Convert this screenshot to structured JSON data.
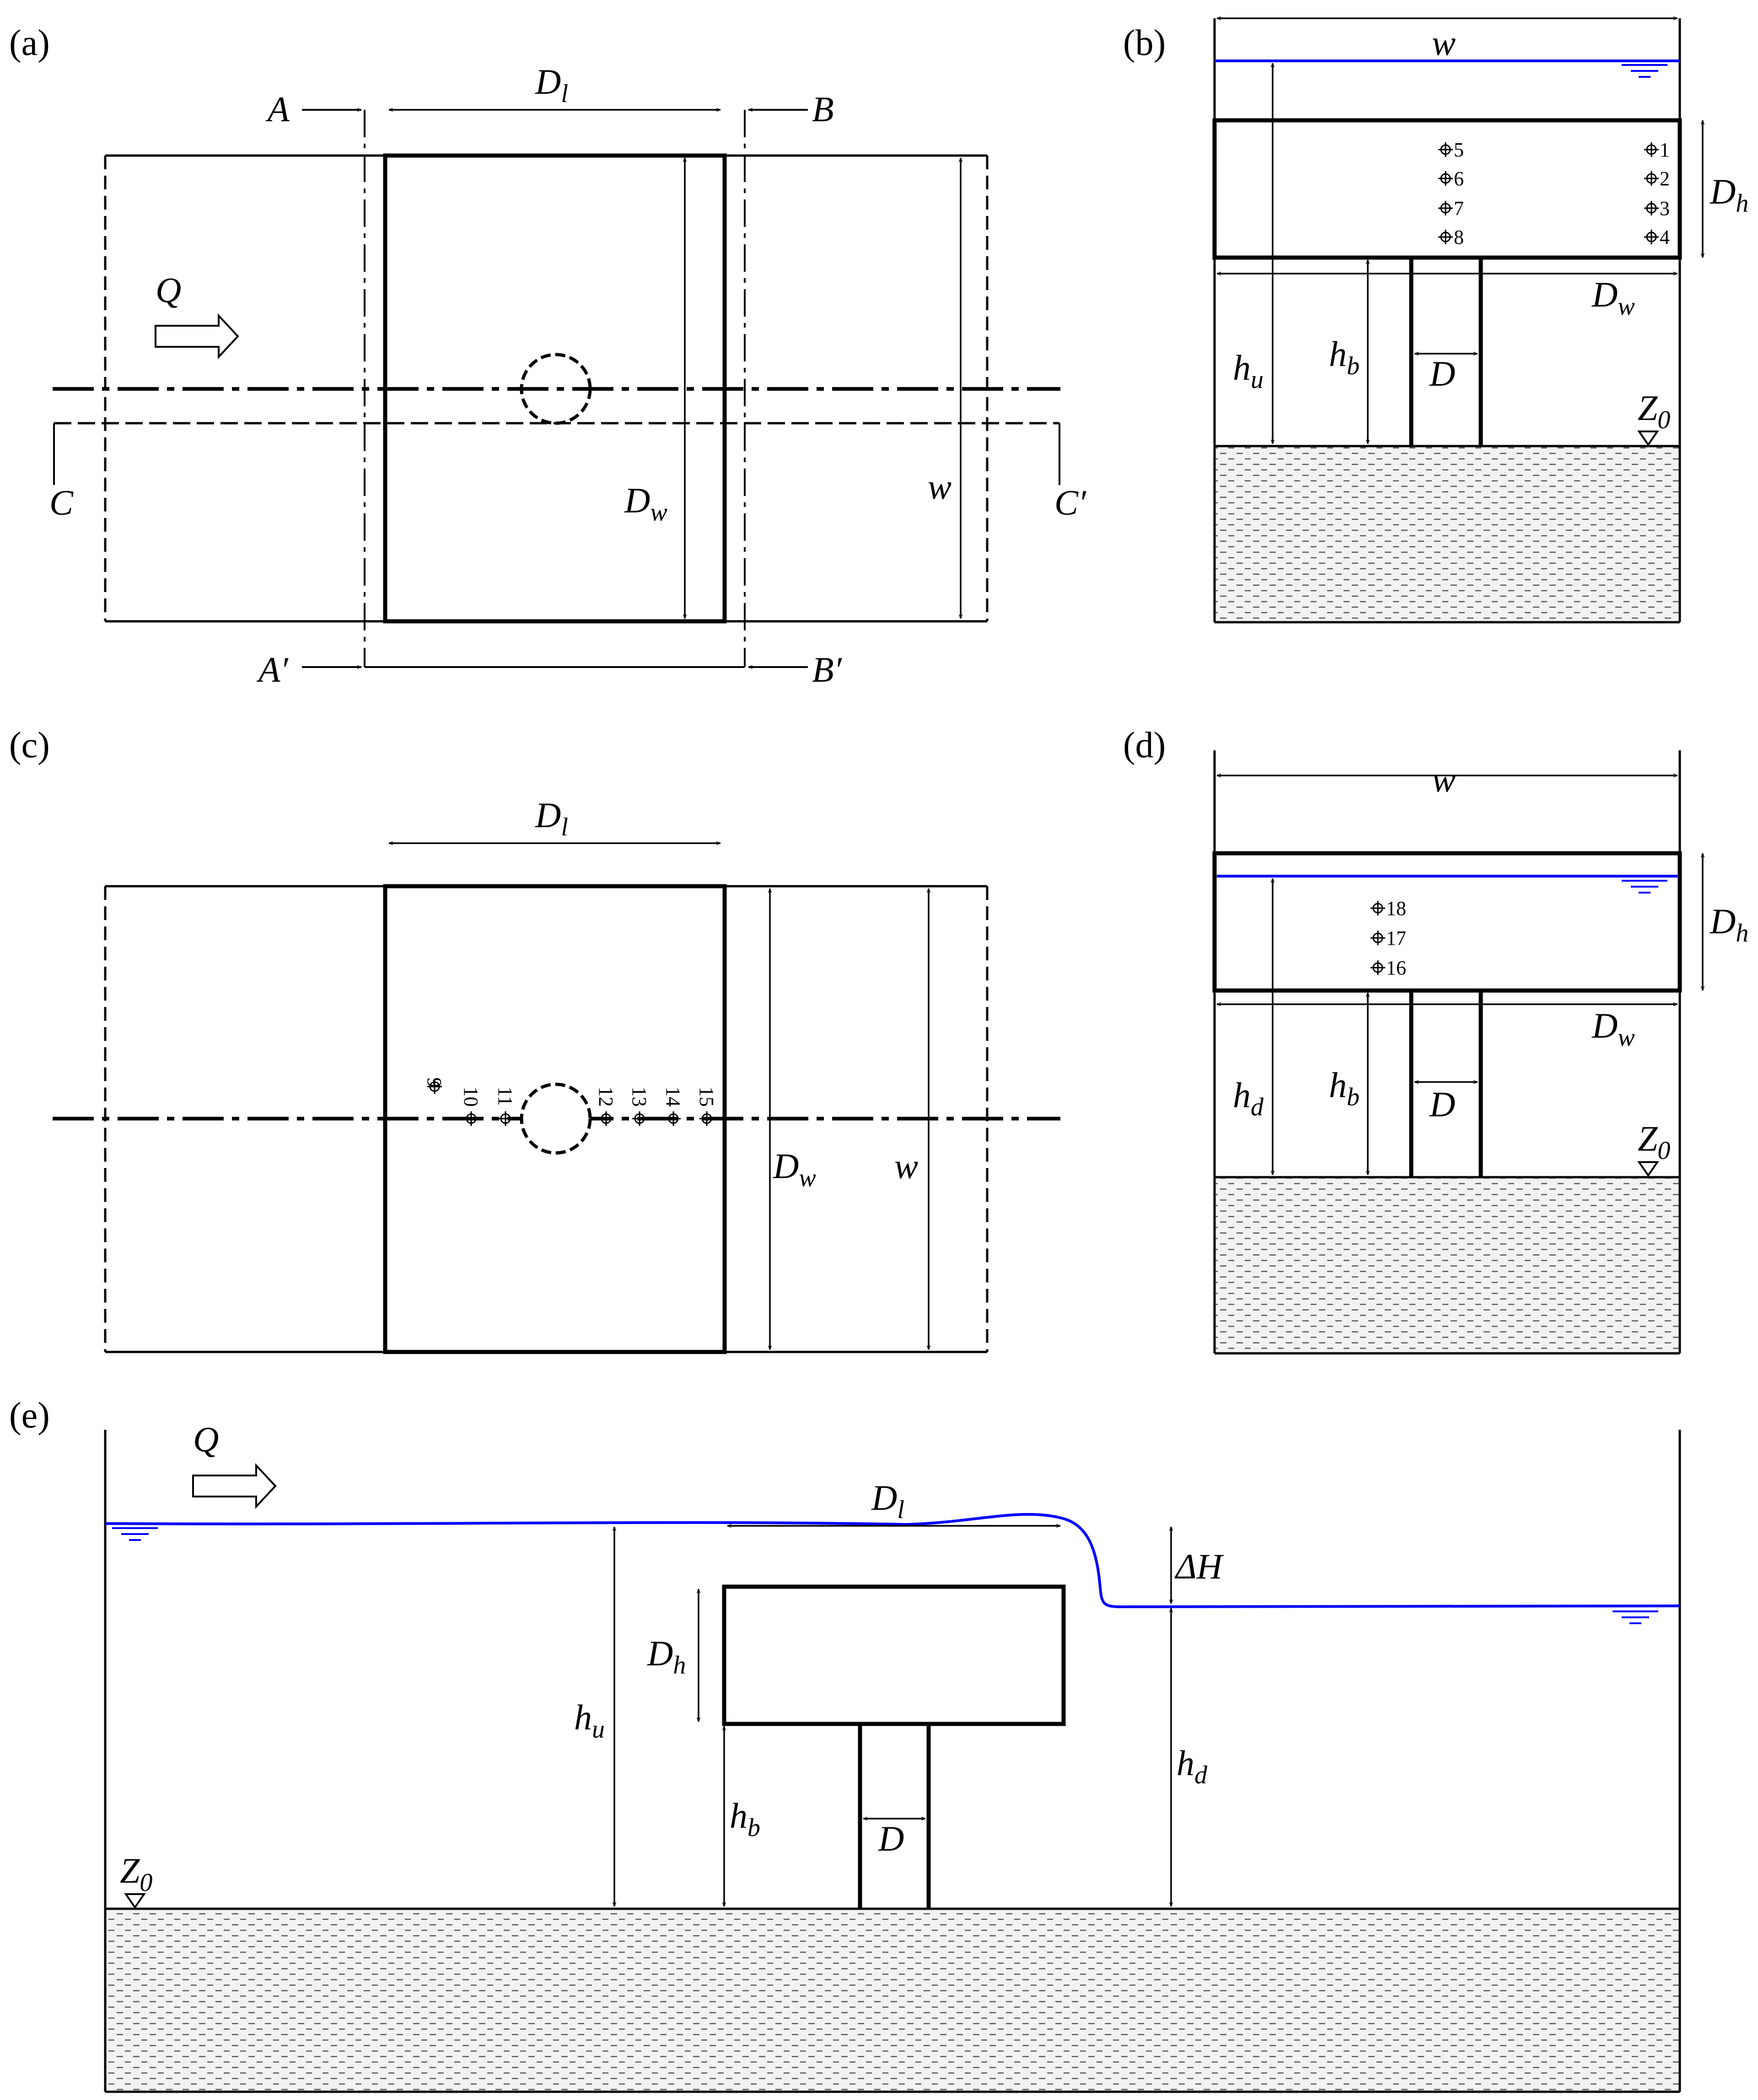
{
  "panels": {
    "a": "(a)",
    "b": "(b)",
    "c": "(c)",
    "d": "(d)",
    "e": "(e)"
  },
  "labels": {
    "Q": "Q",
    "D": "D",
    "D_main": "D",
    "l_sub": "l",
    "w_sub": "w",
    "h_sub": "h",
    "w": "w",
    "h": "h",
    "u_sub": "u",
    "b_sub": "b",
    "d_sub": "d",
    "Z": "Z",
    "zero_sub": "0",
    "A": "A",
    "A_prime": "A′",
    "B": "B",
    "B_prime": "B′",
    "C": "C",
    "C_prime": "C′",
    "delta_H": "ΔH"
  },
  "points_b": [
    "5",
    "6",
    "7",
    "8",
    "1",
    "2",
    "3",
    "4"
  ],
  "points_c": [
    "9",
    "10",
    "11",
    "12",
    "13",
    "14",
    "15"
  ],
  "points_d": [
    "18",
    "17",
    "16"
  ],
  "colors": {
    "water": "#0000ff",
    "line": "#000000",
    "bed_fill": "#f0f0f0",
    "bed_dash": "#555555"
  }
}
